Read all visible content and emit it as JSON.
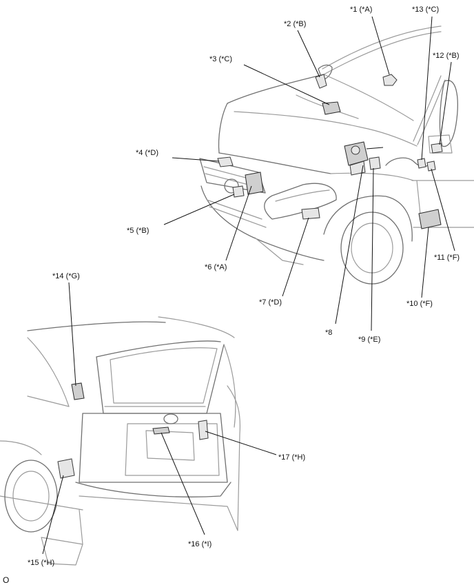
{
  "callouts": [
    {
      "id": "c1",
      "text": "*1 (*A)"
    },
    {
      "id": "c2",
      "text": "*2 (*B)"
    },
    {
      "id": "c3",
      "text": "*3 (*C)"
    },
    {
      "id": "c4",
      "text": "*4 (*D)"
    },
    {
      "id": "c5",
      "text": "*5 (*B)"
    },
    {
      "id": "c6",
      "text": "*6 (*A)"
    },
    {
      "id": "c7",
      "text": "*7 (*D)"
    },
    {
      "id": "c8",
      "text": "*8"
    },
    {
      "id": "c9",
      "text": "*9 (*E)"
    },
    {
      "id": "c10",
      "text": "*10 (*F)"
    },
    {
      "id": "c11",
      "text": "*11 (*F)"
    },
    {
      "id": "c12",
      "text": "*12 (*B)"
    },
    {
      "id": "c13",
      "text": "*13 (*C)"
    },
    {
      "id": "c14",
      "text": "*14 (*G)"
    },
    {
      "id": "c15",
      "text": "*15 (*H)"
    },
    {
      "id": "c16",
      "text": "*16 (*I)"
    },
    {
      "id": "c17",
      "text": "*17 (*H)"
    }
  ],
  "footer_code": "O"
}
